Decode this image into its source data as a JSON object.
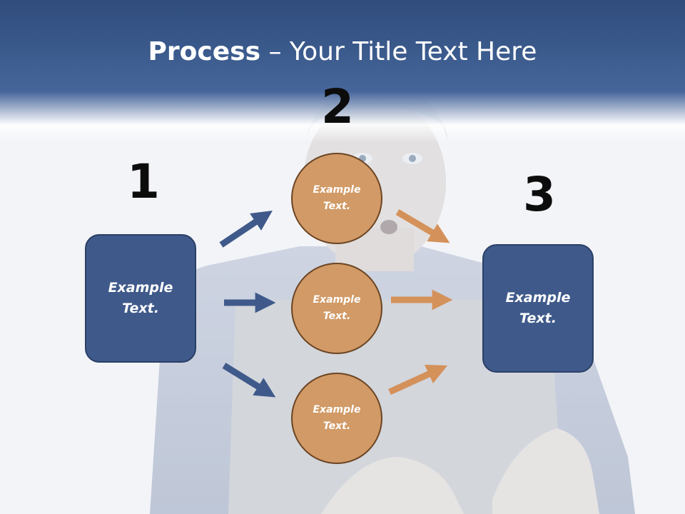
{
  "slide": {
    "title_bold": "Process",
    "title_rest": " – Your Title Text Here"
  },
  "steps": [
    {
      "number": "1",
      "label": "Example Text."
    },
    {
      "number": "2",
      "label": "Example Text."
    },
    {
      "number": "3",
      "label": "Example Text."
    }
  ],
  "circles": [
    {
      "label": "Example Text."
    },
    {
      "label": "Example Text."
    },
    {
      "label": "Example Text."
    }
  ],
  "colors": {
    "title_band": "#3b5a8c",
    "box_fill": "#3f5a8a",
    "circle_fill": "#d19a66",
    "arrow_left": "#3f5a8a",
    "arrow_right": "#d4915a"
  }
}
